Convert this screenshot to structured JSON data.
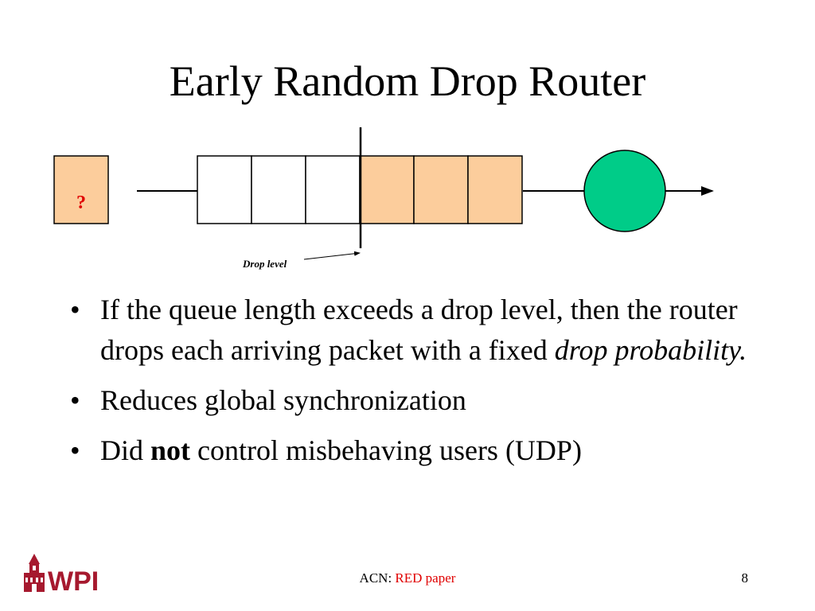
{
  "slide": {
    "title": "Early Random Drop Router",
    "footer_prefix": "ACN: ",
    "footer_accent": "RED paper",
    "page_number": "8",
    "logo_text": "WPI"
  },
  "diagram": {
    "packet_label": "?",
    "drop_level_label": "Drop level",
    "queue": {
      "total_slots": 6,
      "filled_slots": 3,
      "drop_level_after_slot": 3
    },
    "colors": {
      "packet_fill": "#fccd9c",
      "filled_slot": "#fccd9c",
      "empty_slot": "#ffffff",
      "server": "#00cc88",
      "packet_label": "#e00000",
      "logo": "#a6192e"
    }
  },
  "bullets": [
    {
      "segments": [
        {
          "text": "If the queue length exceeds a drop level, then the router drops each arriving packet with a fixed ",
          "style": "normal"
        },
        {
          "text": "drop probability.",
          "style": "italic"
        }
      ]
    },
    {
      "segments": [
        {
          "text": "Reduces global synchronization",
          "style": "normal"
        }
      ]
    },
    {
      "segments": [
        {
          "text": "Did ",
          "style": "normal"
        },
        {
          "text": "not",
          "style": "bold"
        },
        {
          "text": " control misbehaving users (UDP)",
          "style": "normal"
        }
      ]
    }
  ]
}
